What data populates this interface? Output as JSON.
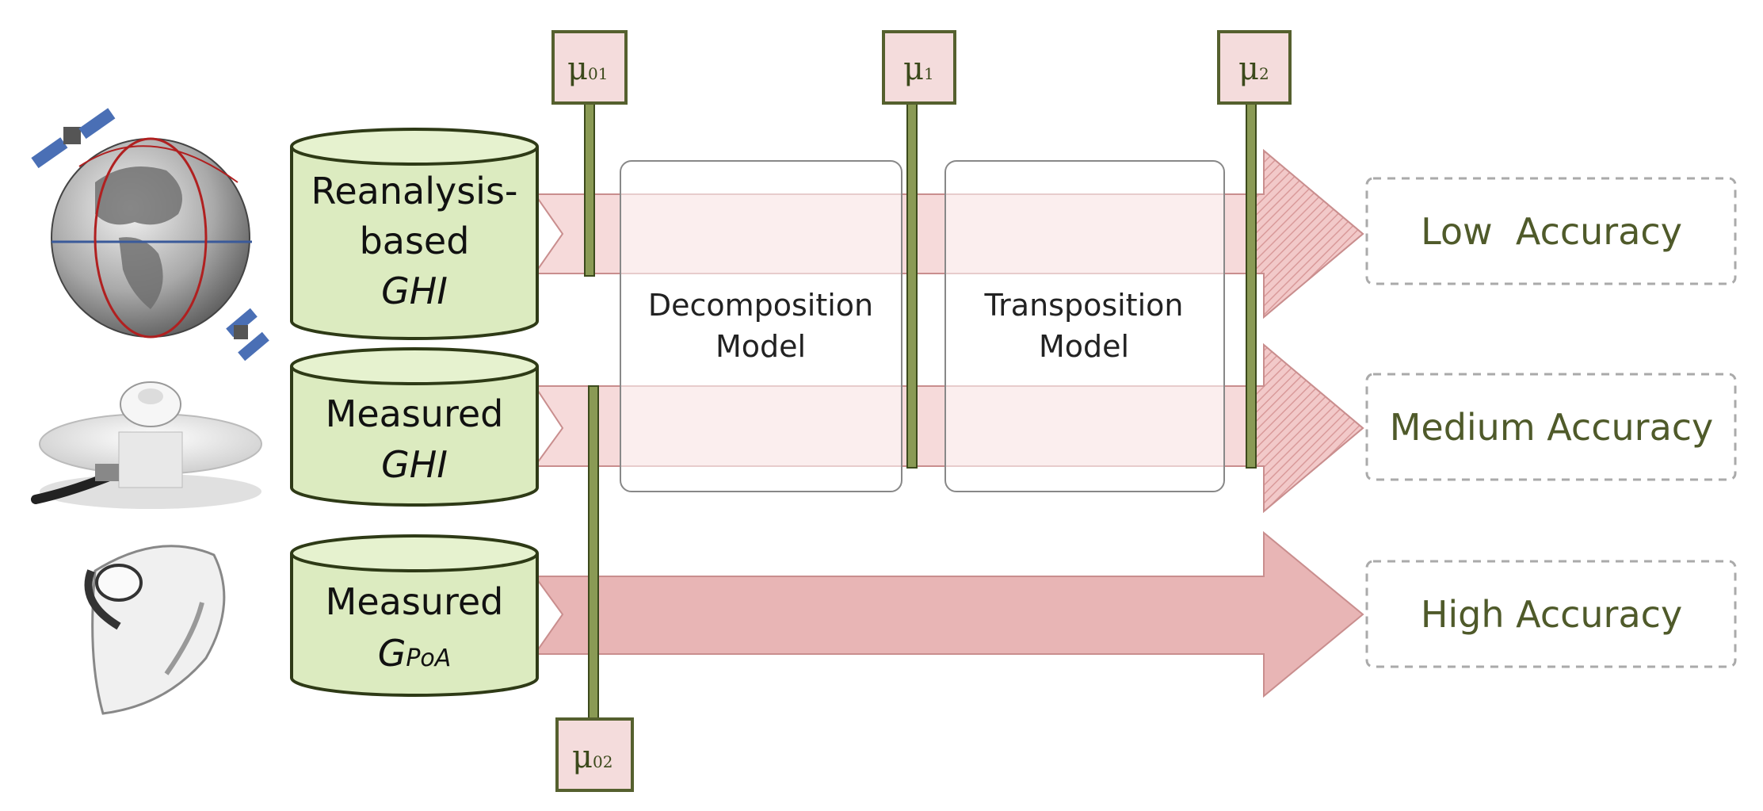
{
  "sources": [
    {
      "line1": "Reanalysis-",
      "line2": "based",
      "line3": "GHI",
      "icon": "satellite-globe-icon"
    },
    {
      "line1": "Measured",
      "line2": "GHI",
      "icon": "pyranometer-icon"
    },
    {
      "line1": "Measured",
      "line2": "G",
      "line2_sub": "PoA",
      "icon": "tilted-pyranometer-icon"
    }
  ],
  "models": [
    {
      "line1": "Decomposition",
      "line2": "Model"
    },
    {
      "line1": "Transposition",
      "line2": "Model"
    }
  ],
  "outputs": [
    {
      "label": "Low  Accuracy"
    },
    {
      "label": "Medium Accuracy"
    },
    {
      "label": "High Accuracy"
    }
  ],
  "uncertainties": [
    {
      "symbol": "μ",
      "sub": "01"
    },
    {
      "symbol": "μ",
      "sub": "1"
    },
    {
      "symbol": "μ",
      "sub": "2"
    },
    {
      "symbol": "μ",
      "sub": "02"
    }
  ],
  "colors": {
    "cylinder_fill": "#dcebc0",
    "cylinder_stroke": "#2e3a16",
    "arrow_fill": "#e8b5b5",
    "arrow_light": "#f6dada",
    "arrow_stroke": "#c98e8e",
    "bar_fill": "#8a9a55",
    "box_fill": "#f4dcdc",
    "box_stroke": "#55602e",
    "accuracy_text": "#4f5a2a"
  }
}
